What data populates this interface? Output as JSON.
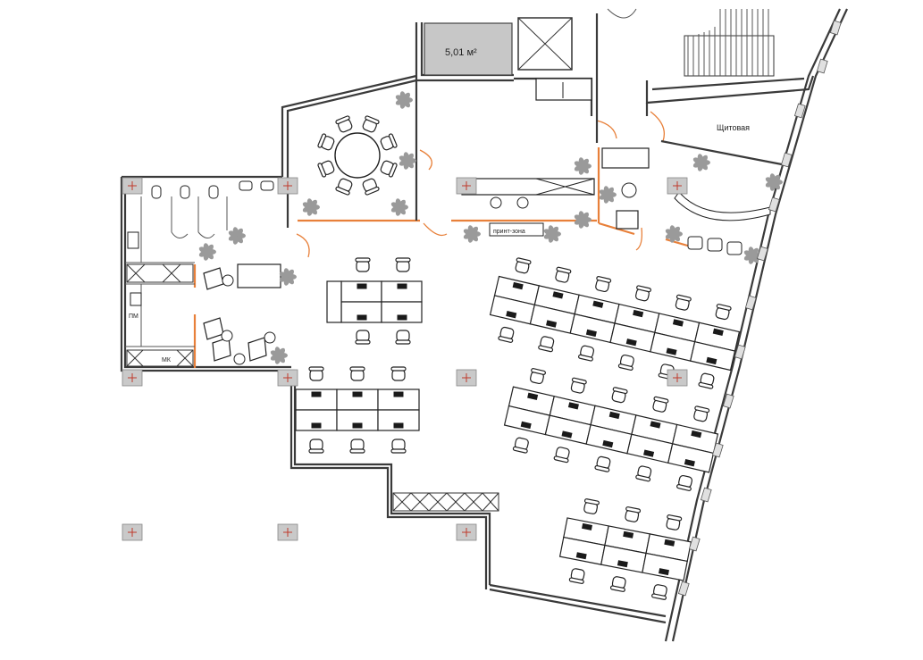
{
  "plan": {
    "rooms": {
      "storage_area": "5,01 м²",
      "electrical_room": "Щитовая",
      "print_zone": "принт-зона",
      "pm_label": "ПМ",
      "mk_label": "МК"
    },
    "colors": {
      "wall": "#3a3a3a",
      "glass_partition": "#e8803a",
      "column_fill": "#c9c9c9",
      "column_mark": "#c0392b",
      "storage_fill": "#c7c7c7",
      "plant": "#9a9a9a"
    }
  }
}
